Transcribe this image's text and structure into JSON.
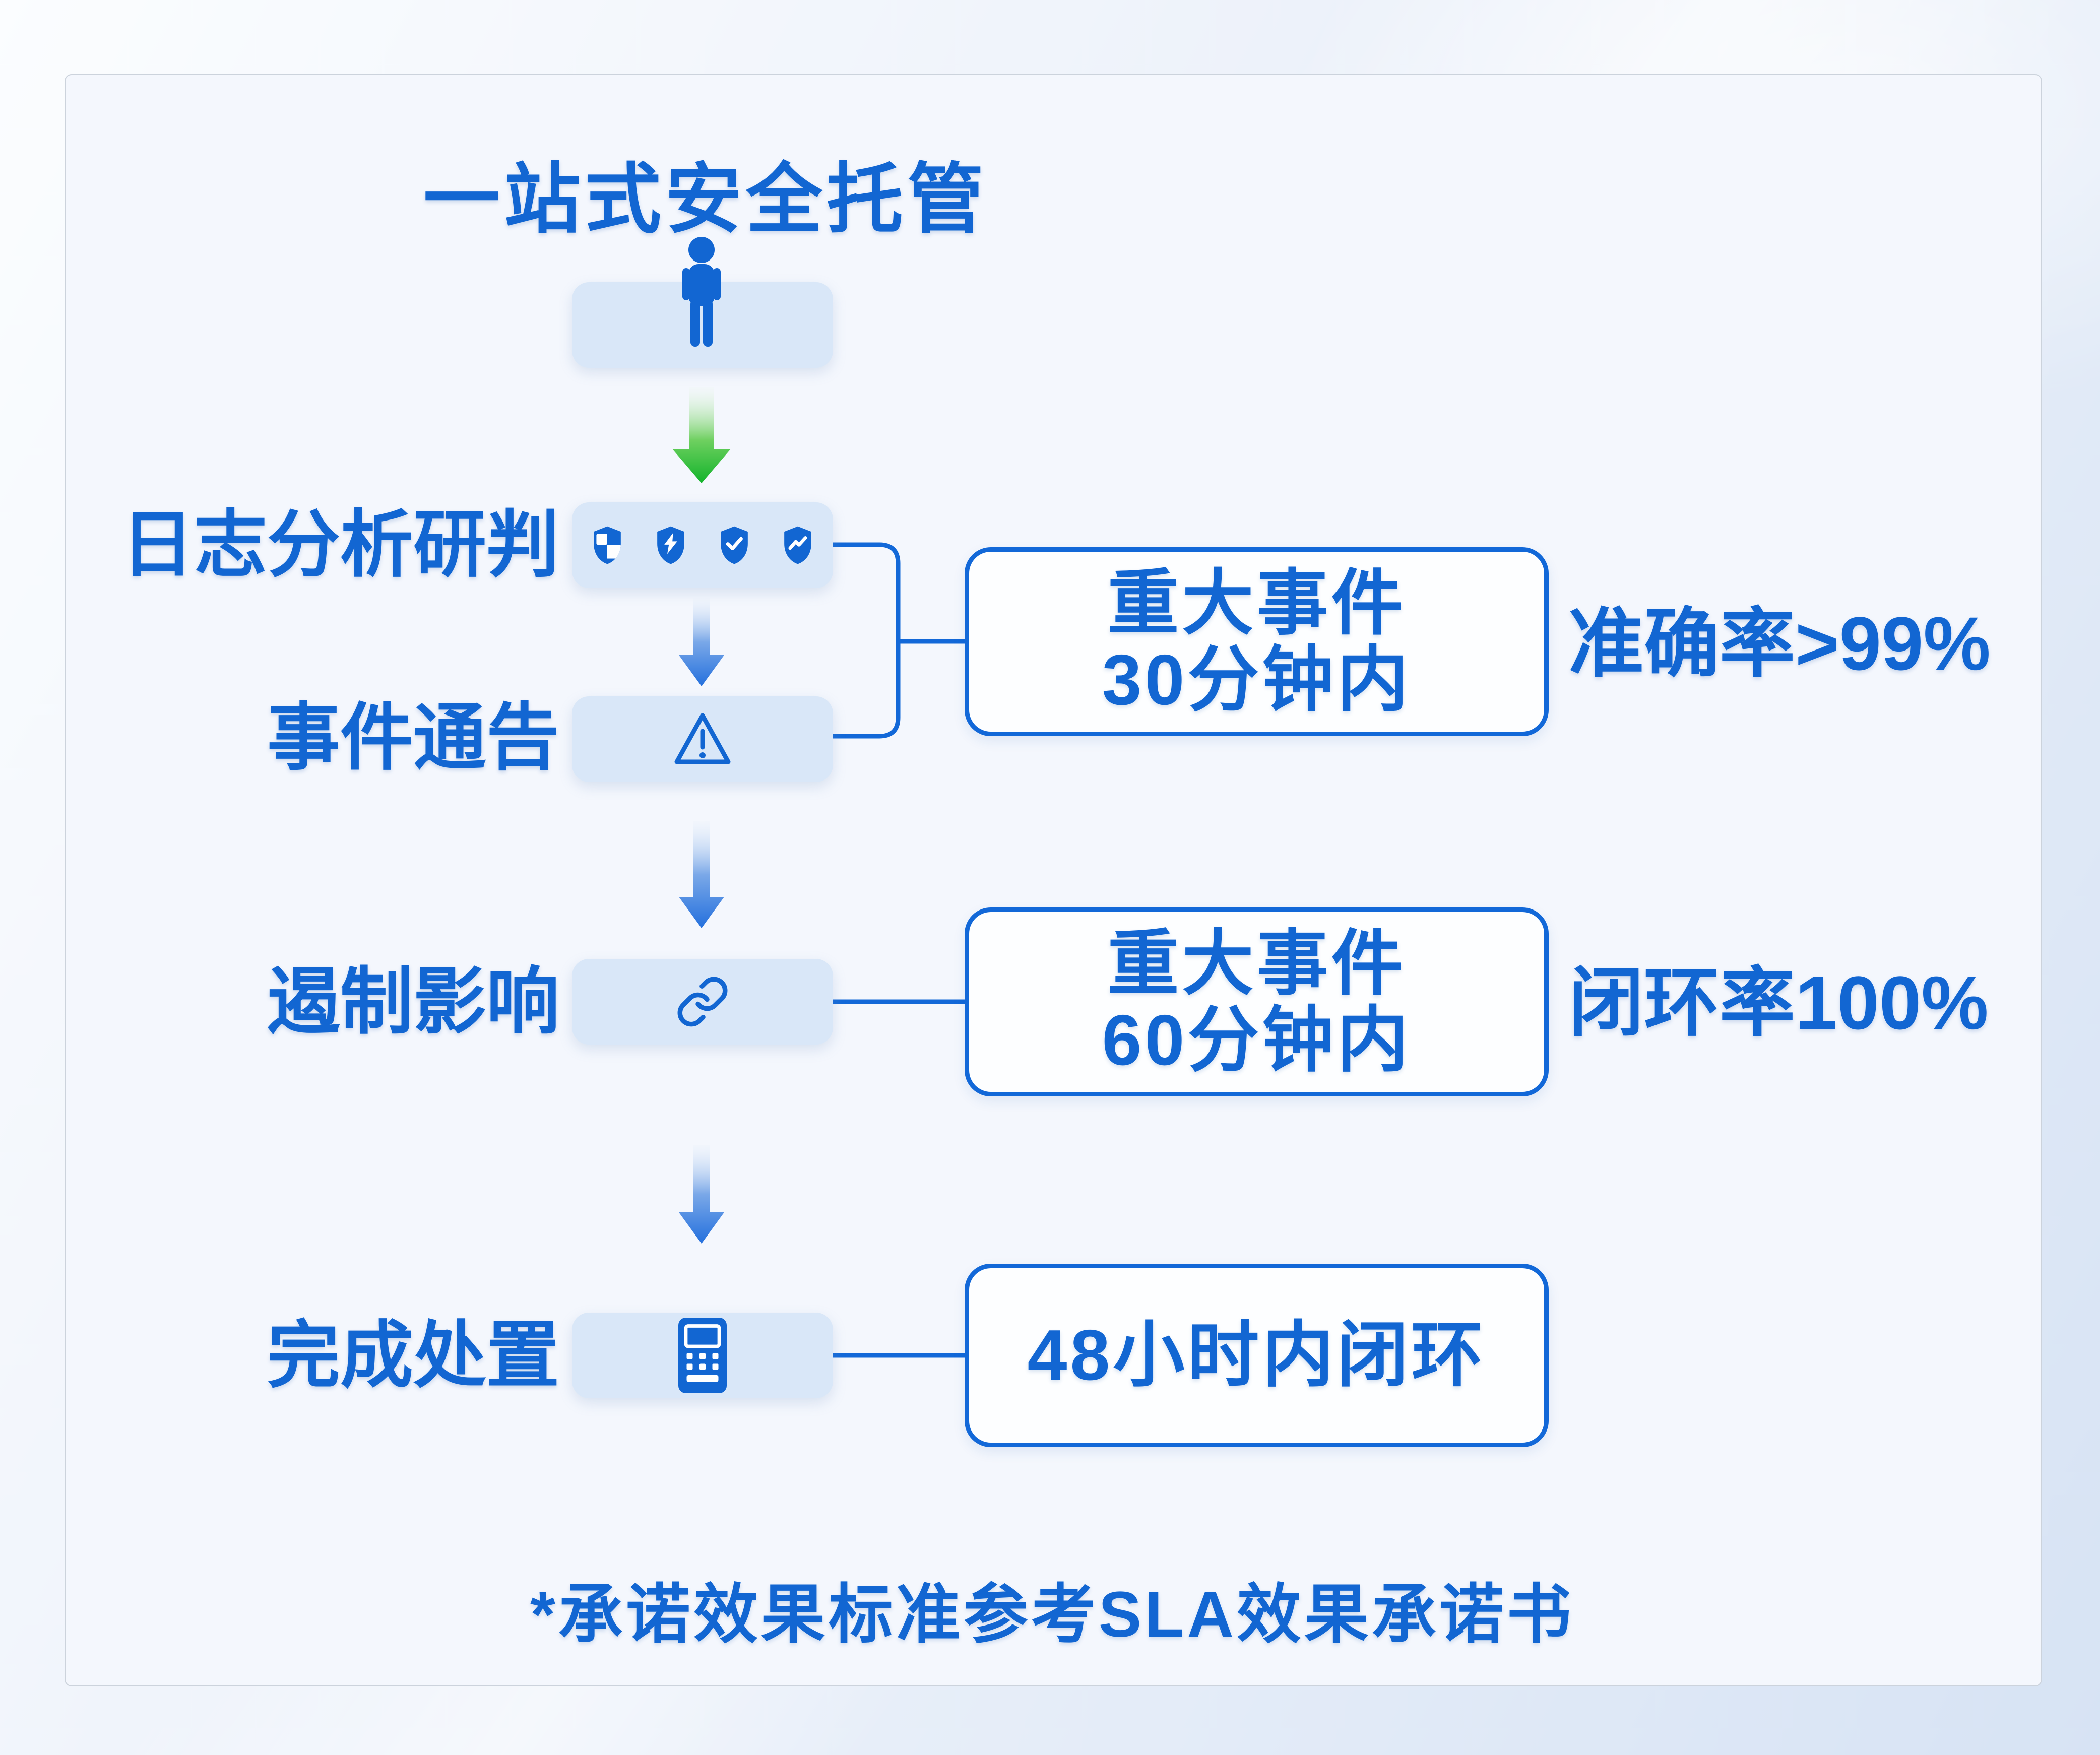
{
  "title": "一站式安全托管",
  "labels": {
    "log_analysis": "日志分析研判",
    "incident_notice": "事件通告",
    "contain_impact": "遏制影响",
    "complete_disposal": "完成处置"
  },
  "sla": {
    "box30": {
      "line1": "重大事件",
      "line2": "30分钟内"
    },
    "box60": {
      "line1": "重大事件",
      "line2": "60分钟内"
    },
    "box48": {
      "line1": "48小时内闭环"
    }
  },
  "metrics": {
    "accuracy": "准确率>99%",
    "closure": "闭环率100%"
  },
  "footnote": "*承诺效果标准参考SLA效果承诺书",
  "icons": {
    "user_step": "person-icon",
    "flow_arrow_entry": "green-down-arrow-icon",
    "flow_arrows": "blue-down-arrow-icon",
    "log_analysis": [
      "shield-checkered-icon",
      "shield-lightning-icon",
      "shield-check-icon",
      "shield-trend-icon"
    ],
    "incident_notice": "warning-triangle-icon",
    "contain_impact": "chain-link-icon",
    "complete_disposal": "calculator-icon"
  },
  "colors": {
    "primary_blue": "#1266d2",
    "connector_blue": "#1268d8",
    "light_box_fill": "#d9e7f8",
    "arrow_green": "#1fb434",
    "card_background": "#f4f7fd",
    "page_background": "#e4ecf8"
  }
}
